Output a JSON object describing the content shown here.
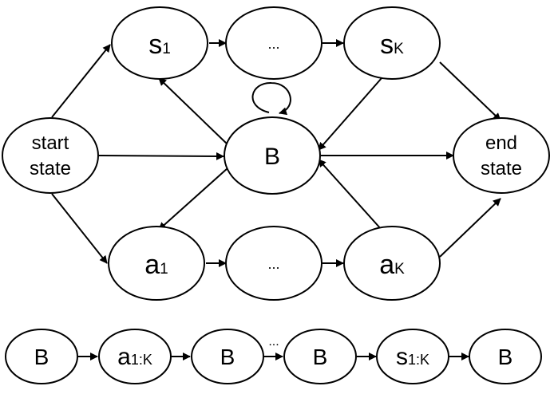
{
  "diagram": {
    "colors": {
      "stroke": "#000000",
      "fill": "#ffffff"
    },
    "top_nodes": {
      "s1": {
        "main": "s",
        "sub": "1"
      },
      "s_dots": "...",
      "sK": {
        "main": "s",
        "sub": "K"
      },
      "start": {
        "line1": "start",
        "line2": "state"
      },
      "B": "B",
      "end": {
        "line1": "end",
        "line2": "state"
      },
      "a1": {
        "main": "a",
        "sub": "1"
      },
      "a_dots": "...",
      "aK": {
        "main": "a",
        "sub": "K"
      }
    },
    "bottom_sequence": {
      "n1": "B",
      "n2": {
        "main": "a",
        "sub": "1:K"
      },
      "n3": "B",
      "dots": "...",
      "n4": "B",
      "n5": {
        "main": "s",
        "sub": "1:K"
      },
      "n6": "B"
    }
  }
}
